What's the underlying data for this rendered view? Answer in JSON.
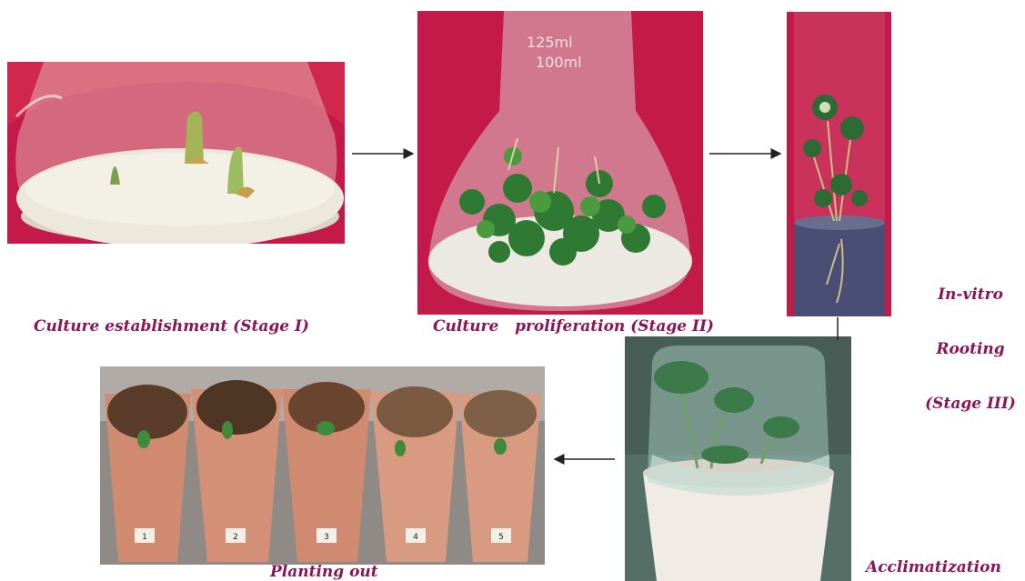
{
  "stages": [
    {
      "id": "stage1",
      "caption": "Culture establishment (Stage I)"
    },
    {
      "id": "stage2",
      "caption": "Culture   proliferation (Stage II)"
    },
    {
      "id": "stage3",
      "caption_lines": [
        "In-vitro",
        "Rooting",
        "(Stage III)"
      ]
    },
    {
      "id": "acclimatization",
      "caption": "Acclimatization"
    },
    {
      "id": "planting",
      "caption": "Planting out",
      "pot_labels": [
        "1",
        "2",
        "3",
        "4",
        "5"
      ]
    }
  ],
  "colors": {
    "caption_text": "#8a1458",
    "photo_background": "#c41a4a",
    "arrow": "#222222"
  }
}
